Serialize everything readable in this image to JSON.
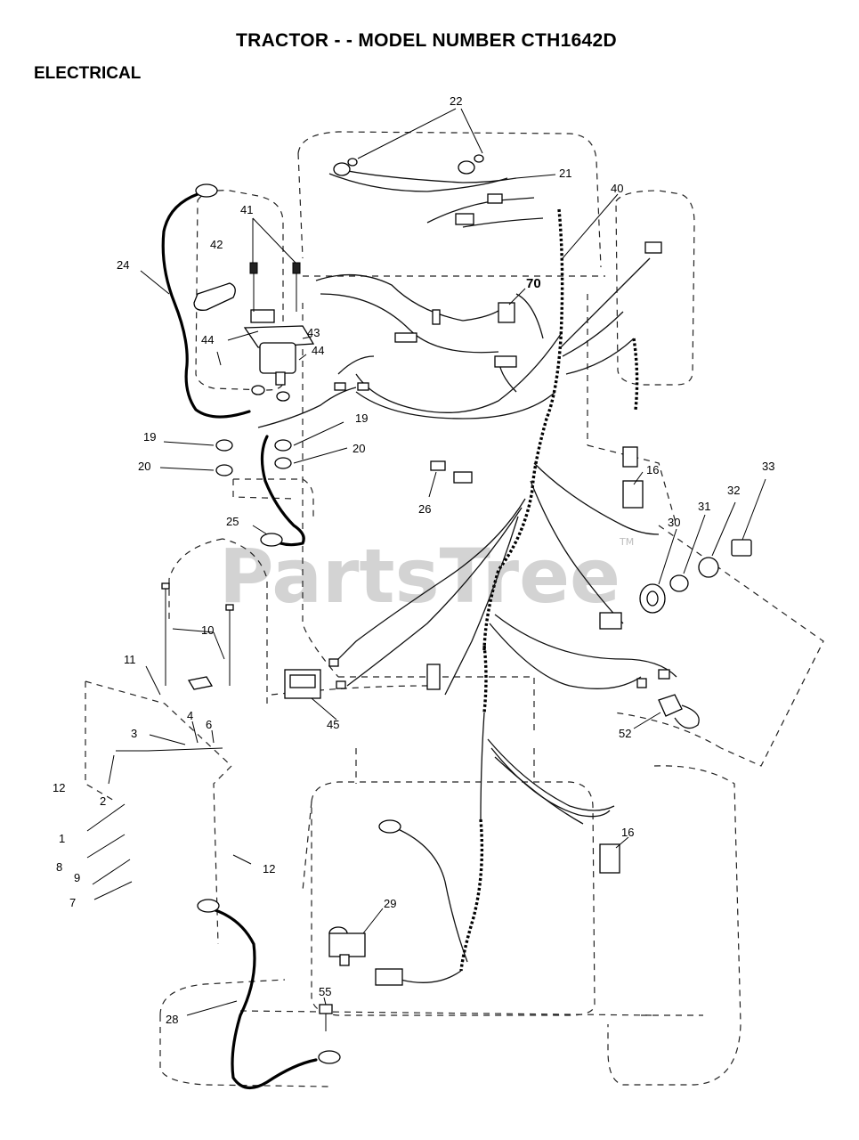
{
  "header": {
    "title": "TRACTOR - - MODEL NUMBER CTH1642D",
    "section": "ELECTRICAL"
  },
  "watermark": {
    "text": "PartsTree",
    "trademark": "TM"
  },
  "callouts": {
    "c1": "1",
    "c2": "2",
    "c3": "3",
    "c4": "4",
    "c6": "6",
    "c7": "7",
    "c8": "8",
    "c9": "9",
    "c10": "10",
    "c11": "11",
    "c12a": "12",
    "c12b": "12",
    "c16a": "16",
    "c16b": "16",
    "c19a": "19",
    "c19b": "19",
    "c20a": "20",
    "c20b": "20",
    "c21": "21",
    "c22": "22",
    "c24": "24",
    "c25": "25",
    "c26": "26",
    "c28": "28",
    "c29": "29",
    "c30": "30",
    "c31": "31",
    "c32": "32",
    "c33": "33",
    "c40": "40",
    "c41": "41",
    "c42": "42",
    "c43": "43",
    "c44a": "44",
    "c44b": "44",
    "c45": "45",
    "c52": "52",
    "c55": "55",
    "c70": "70"
  },
  "colors": {
    "ink": "#000000",
    "watermark": "#d3d3d3",
    "background": "#ffffff"
  }
}
